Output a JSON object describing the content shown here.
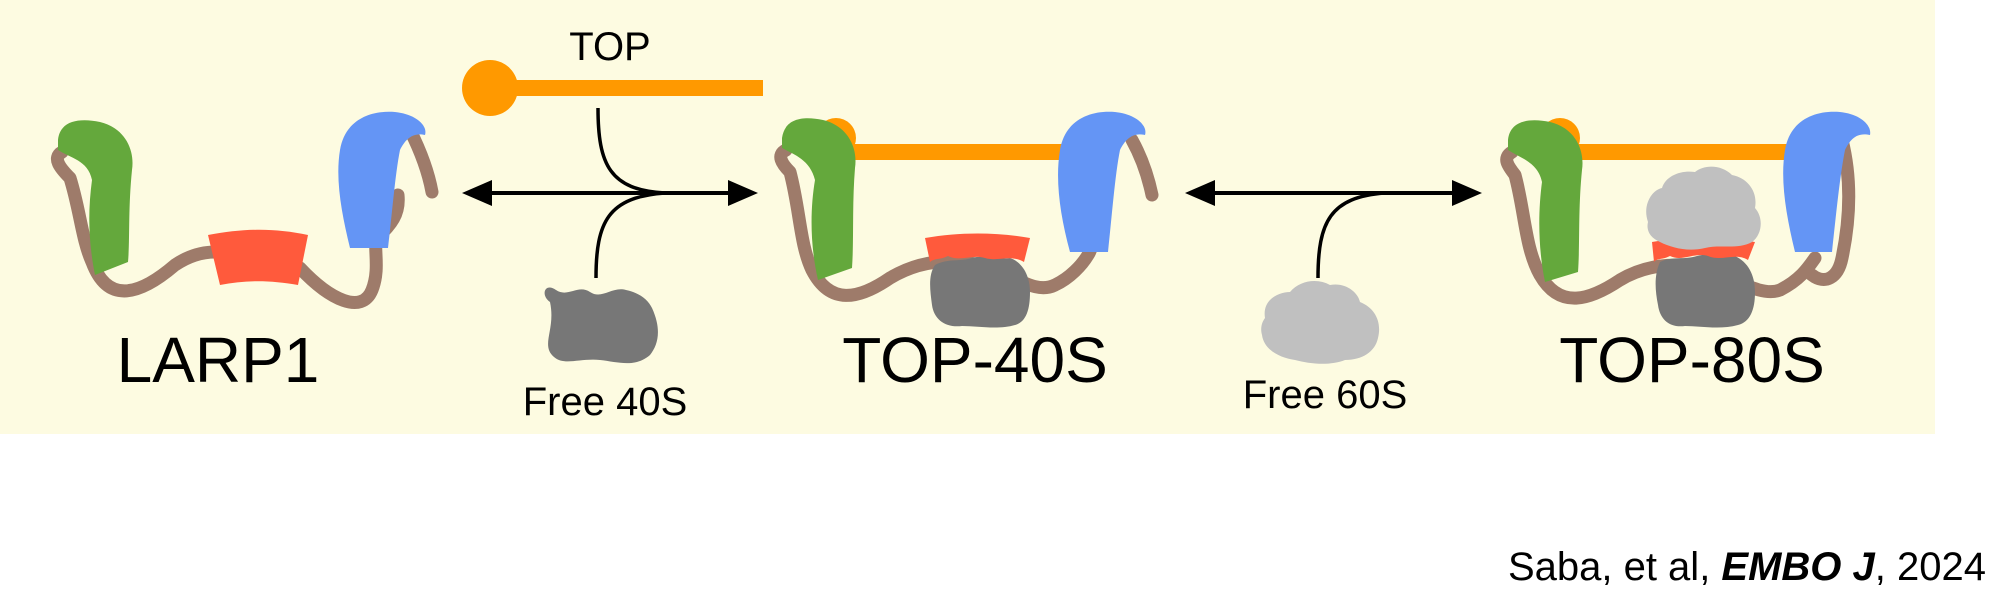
{
  "labels": {
    "larp1": "LARP1",
    "top": "TOP",
    "top40s": "TOP-40S",
    "top80s": "TOP-80S",
    "free40s": "Free 40S",
    "free60s": "Free 60S"
  },
  "citation": {
    "authors": "Saba, et al, ",
    "journal": "EMBO J",
    "year": ", 2024"
  },
  "colors": {
    "panel_background": "#fdfbe1",
    "linker": "#9e7b6a",
    "domain_green": "#64a83c",
    "domain_blue": "#6495f5",
    "domain_red": "#ff5a3c",
    "top_mrna": "#ff9900",
    "subunit_40s": "#777777",
    "subunit_60s": "#c0c0c0"
  }
}
